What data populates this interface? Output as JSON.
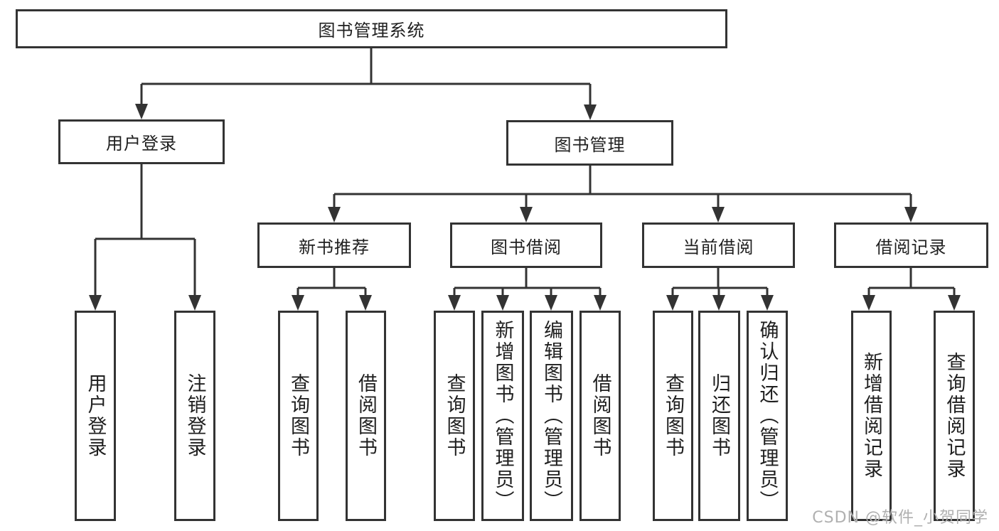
{
  "diagram": {
    "root": "图书管理系统",
    "level2": {
      "user_login": "用户登录",
      "book_management": "图书管理"
    },
    "level3": {
      "new_books": "新书推荐",
      "book_borrowing": "图书借阅",
      "current_borrowing": "当前借阅",
      "borrowing_records": "借阅记录"
    },
    "leaves": {
      "user_login": [
        "用户登录",
        "注销登录"
      ],
      "new_books": [
        "查询图书",
        "借阅图书"
      ],
      "book_borrowing": [
        "查询图书",
        "新增图书（管理员）",
        "编辑图书（管理员）",
        "借阅图书"
      ],
      "current_borrowing": [
        "查询图书",
        "归还图书",
        "确认归还（管理员）"
      ],
      "borrowing_records": [
        "新增借阅记录",
        "查询借阅记录"
      ]
    },
    "watermark": "CSDN @软件_小贺同学",
    "colors": {
      "line": "#333333",
      "text": "#1f1f1f",
      "background": "#ffffff",
      "watermark": "#b0b0b0"
    }
  }
}
